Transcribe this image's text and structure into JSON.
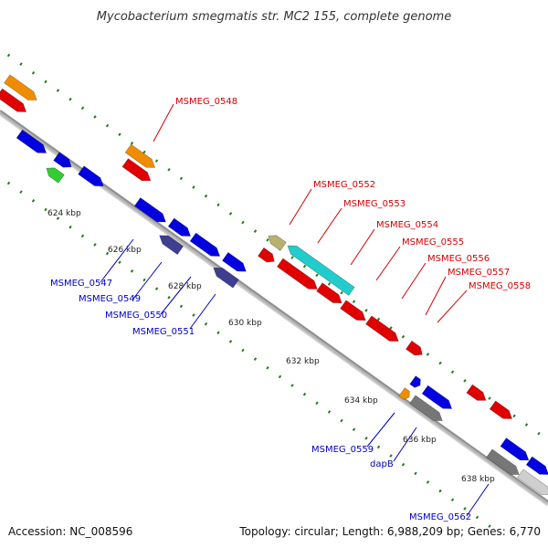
{
  "title": "Mycobacterium smegmatis str. MC2 155, complete genome",
  "footer": {
    "accession": "Accession: NC_008596",
    "topology": "Topology: circular; Length: 6,988,209 bp; Genes: 6,770"
  },
  "colors": {
    "forward_label": "#d40000",
    "reverse_label": "#0000c0",
    "backbone": "#a8a8a8",
    "tick": "#1e7a1e"
  },
  "ruler": [
    "624 kbp",
    "626 kbp",
    "628 kbp",
    "630 kbp",
    "632 kbp",
    "634 kbp",
    "636 kbp",
    "638 kbp"
  ],
  "forward_labels": [
    "MSMEG_0548",
    "MSMEG_0552",
    "MSMEG_0553",
    "MSMEG_0554",
    "MSMEG_0555",
    "MSMEG_0556",
    "MSMEG_0557",
    "MSMEG_0558"
  ],
  "reverse_labels": [
    "MSMEG_0547",
    "MSMEG_0549",
    "MSMEG_0550",
    "MSMEG_0551",
    "MSMEG_0559",
    "dapB",
    "MSMEG_0562"
  ]
}
